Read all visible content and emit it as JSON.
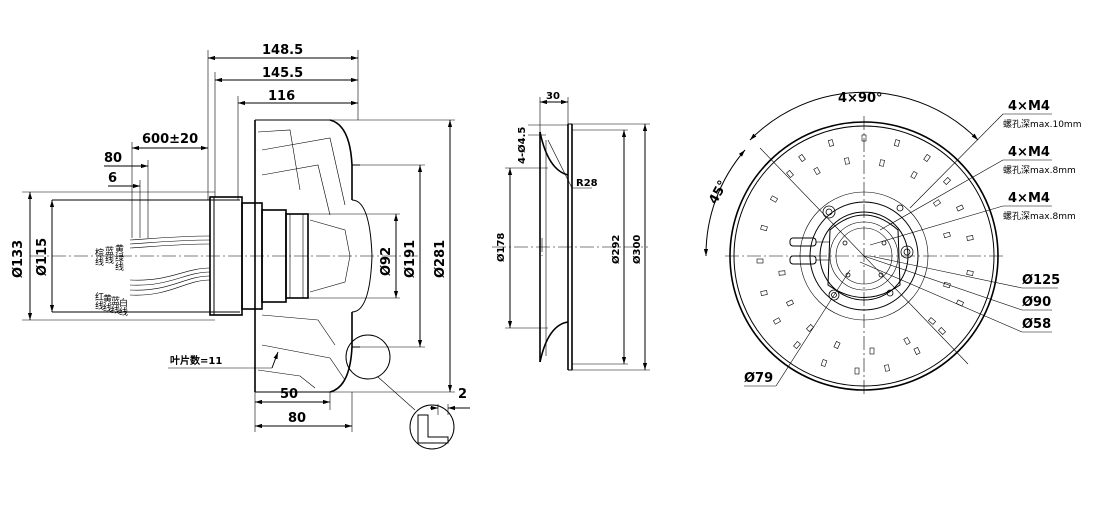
{
  "side_view": {
    "dims_top": [
      "148.5",
      "145.5",
      "116"
    ],
    "cable_length": "600±20",
    "dim_80": "80",
    "dim_6": "6",
    "dia_133": "Ø133",
    "dia_115": "Ø115",
    "dia_92": "Ø92",
    "dia_191": "Ø191",
    "dia_281": "Ø281",
    "dim_50": "50",
    "dim_80b": "80",
    "dim_2": "2",
    "blade_count": "叶片数=11",
    "wires_top": [
      "棕线",
      "蓝线",
      "黄绿线"
    ],
    "wires_bottom": [
      "红线",
      "黄线",
      "蓝线",
      "白线"
    ]
  },
  "section_view": {
    "dim_30": "30",
    "holes": "4-Ø4.5",
    "radius": "R28",
    "dia_178": "Ø178",
    "dia_292": "Ø292",
    "dia_300": "Ø300"
  },
  "front_view": {
    "angle_90": "4×90°",
    "angle_45": "45°",
    "callouts": [
      {
        "label": "4×M4",
        "note": "螺孔深max.10mm"
      },
      {
        "label": "4×M4",
        "note": "螺孔深max.8mm"
      },
      {
        "label": "4×M4",
        "note": "螺孔深max.8mm"
      }
    ],
    "dia_125": "Ø125",
    "dia_90": "Ø90",
    "dia_58": "Ø58",
    "dia_79": "Ø79"
  }
}
